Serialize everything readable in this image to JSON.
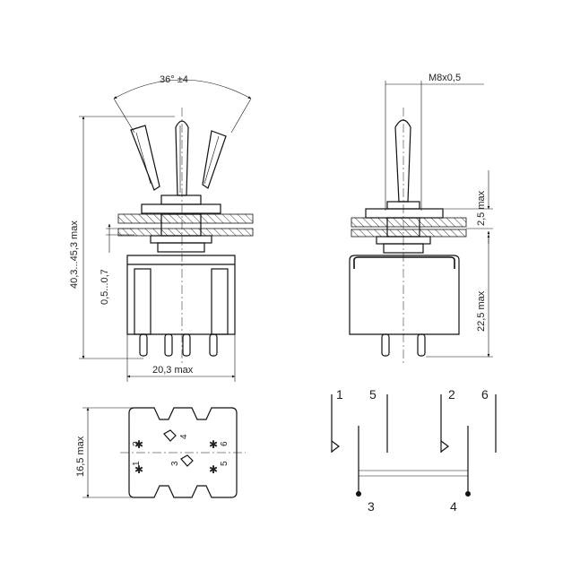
{
  "dimensions": {
    "throw_angle": "36° ±4",
    "thread": "M8x0,5",
    "overall_height": "40,3...45,3 max",
    "panel_gap": "0,5...0,7",
    "body_width": "20,3 max",
    "bushing_height": "2,5 max",
    "body_height": "22,5 max",
    "body_depth": "16,5 max"
  },
  "pin_labels": {
    "p1": "1",
    "p2": "2",
    "p3": "3",
    "p4": "4",
    "p5": "5",
    "p6": "6"
  },
  "schematic_labels": {
    "t1": "1",
    "t2": "2",
    "t3": "3",
    "t4": "4",
    "t5": "5",
    "t6": "6"
  }
}
